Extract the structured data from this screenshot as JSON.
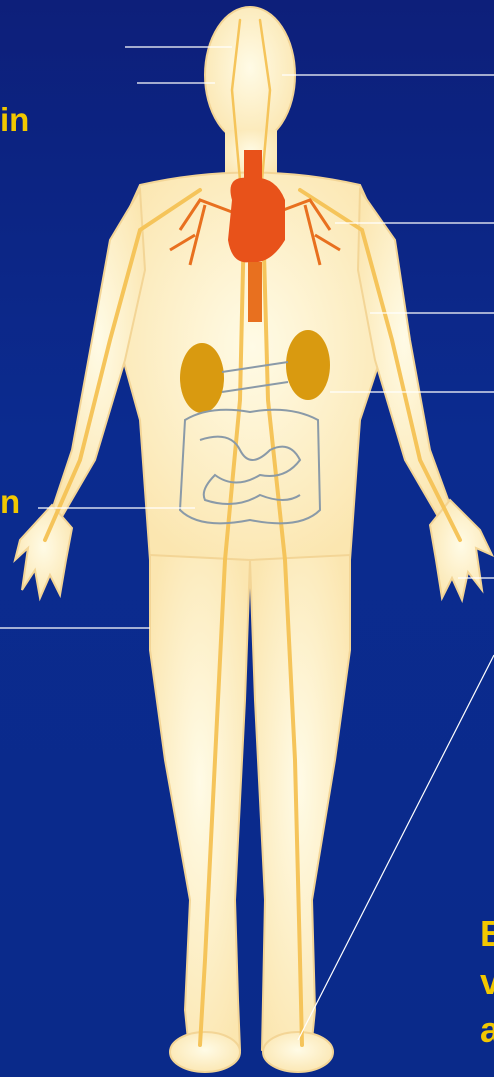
{
  "labels": {
    "brain": "in",
    "left_mid": "n",
    "bottom_right": [
      "B",
      "v",
      "a"
    ]
  },
  "colors": {
    "background": "#0b2b8f",
    "label_text": "#f2c800",
    "body_fill": "#fdf0c8",
    "vessel": "#f5c45a",
    "heart": "#e8521a",
    "kidney": "#d99a10",
    "intestine": "#8a9aa8",
    "pointer_line": "#ffffff"
  }
}
